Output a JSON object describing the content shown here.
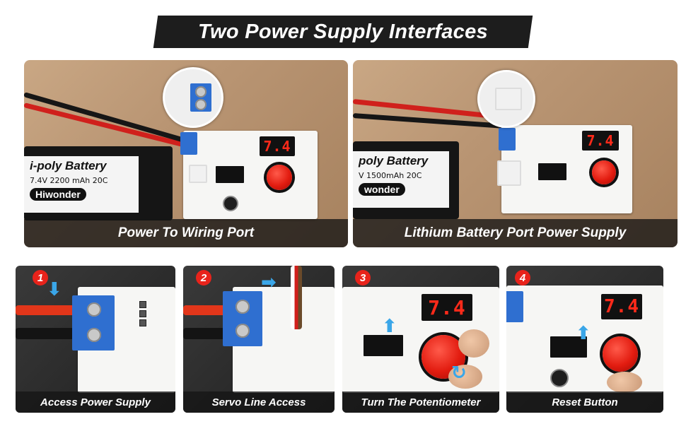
{
  "title": "Two Power Supply Interfaces",
  "top_panels": [
    {
      "caption": "Power To Wiring Port",
      "battery": {
        "name": "i-poly Battery",
        "spec": "7.4V 2200 mAh 20C",
        "brand": "Hiwonder"
      },
      "display_value": "7.4"
    },
    {
      "caption": "Lithium Battery Port Power Supply",
      "battery": {
        "name": "poly Battery",
        "spec": "V 1500mAh 20C",
        "brand": "wonder"
      },
      "display_value": "7.4"
    }
  ],
  "steps": [
    {
      "number": "1",
      "caption": "Access Power Supply"
    },
    {
      "number": "2",
      "caption": "Servo Line Access"
    },
    {
      "number": "3",
      "caption": "Turn The Potentiometer",
      "display_value": "7.4"
    },
    {
      "number": "4",
      "caption": "Reset Button",
      "display_value": "7.4"
    }
  ],
  "colors": {
    "accent": "#e8231b",
    "arrow": "#3aa6e8",
    "display": "#ff2a1a",
    "terminal": "#2f6fd0"
  }
}
